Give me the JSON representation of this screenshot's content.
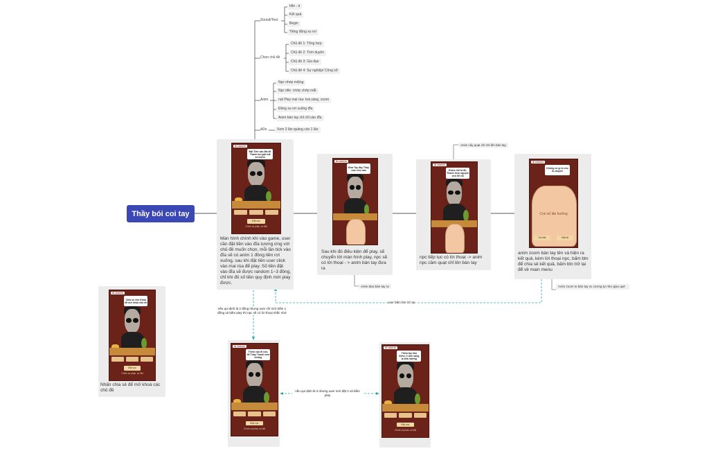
{
  "root": {
    "title": "Thầy bói coi tay"
  },
  "tree": {
    "sound": {
      "label": "Sound/Text",
      "items": [
        "Idle - á",
        "Kết quả",
        "Begin",
        "Tiếng đồng xu rơi"
      ]
    },
    "topic": {
      "label": "Chọn chủ đề",
      "items": [
        "Chủ đề 1: Tổng hợp",
        "Chủ đề 2: Tình duyên",
        "Chủ đề 3: Gia đạo",
        "Chủ đề 4: Sự nghiệp/ Công sở"
      ]
    },
    "anim": {
      "label": "Anim",
      "items": [
        "Npc nhép miệng",
        "Npc idle: chớp chớp mắt",
        "nút Play mai rùa: toả sáng, zoom",
        "Đồng xu rơi xuống đĩa",
        "Anim bàn tay chỉ chỉ vào đĩa"
      ]
    },
    "ads": {
      "label": "ADs",
      "items": [
        "Xem 3 lần quảng cáo 1 lần"
      ]
    }
  },
  "screens": {
    "main": {
      "logo": "⊕ camem",
      "bubble": "Đặt Tiền vào đĩa để Thánh bói giải mã số mệnh",
      "button": "Đặt cọc",
      "footer": "Chính số phận, số đặt",
      "caption": "Màn hình chính khi vào game, user cần đặt tiền vào đĩa tương ứng với chủ đề muốn chọn, mỗi lần tick vào đĩa sẽ có anim 1 đồng tiền rơi xuống, sau khi đặt tiền user click vào mai rùa để play. Số tiền đặt vào đĩa sẽ được random 1~3 đồng, chỉ khi đủ số tiền quy định mới play được."
    },
    "hand": {
      "logo": "⊕ camem",
      "bubble": "Đưa Tay đây Thầy xem cho nào",
      "caption": "Sau khi đủ điều kiện để play, sẽ chuyển tới màn hình play, npc sẽ có lời thoại - > anim bàn tay đưa ra",
      "note": "Anim đưa bàn tay ra"
    },
    "fan": {
      "logo": "⊕ camem",
      "bubble": "Được mở là đủ. Thánh Xem nguyên cho để coi",
      "caption": "npc tiếp tục có lời thoại -> anim npc cầm quạt chỉ lên bàn tay",
      "note": "Anim cây quạt chỉ chỉ lên bàn tay"
    },
    "result": {
      "logo": "⊕ camem",
      "bubble": "Không có gì lo cho là chuyện",
      "palm": "Con số lăn hướng",
      "btn_left": "Xin đạt",
      "btn_right": "Đặt lại",
      "caption": "anim zoom bàn tay lên và hiện ra kết quả, kèm lời thoại npc, bấm btn để chia sẻ kết quả, bấm btn trở lại để về main menu",
      "note": "Anim zoom to bàn tay ra, tương tự như giao quẻ"
    },
    "locked": {
      "logo": "⊕ camem",
      "bubble": "Chia sẻ cho Khóa để mở khóa chủ đề",
      "button": "Đặt cọc",
      "footer": "Chính số phận, số đặt",
      "caption": "Nhấn chia sẻ để mở khoá các chủ đề"
    },
    "warn1": {
      "logo": "⊕ camem",
      "bubble": "Thêm của đi con, để Thầy Thánh xem chứng",
      "button": "Đặt cọc",
      "footer": "Chính số phận, số đặt"
    },
    "warn2": {
      "logo": "⊕ camem",
      "bubble": "Thêm tay khú thêm, 3 trên sáng là khả hướng",
      "button": "Đặt cọc",
      "footer": "Chính số phận, số đặt"
    }
  },
  "flow_labels": {
    "back": "user bấm btn trở lại",
    "rule1": "nếu qui định là 2 đồng nhưng user chỉ mới bấm 1 đồng và bấm play thì npc sẽ có lời thoại nhắc nhở",
    "rule2": "nếu qui định là 3 nhưng user mới đặt 2 và bấm play"
  },
  "colors": {
    "title_bg": "#3a47b4",
    "flow_dash": "#2aa79b",
    "line": "#555555"
  }
}
